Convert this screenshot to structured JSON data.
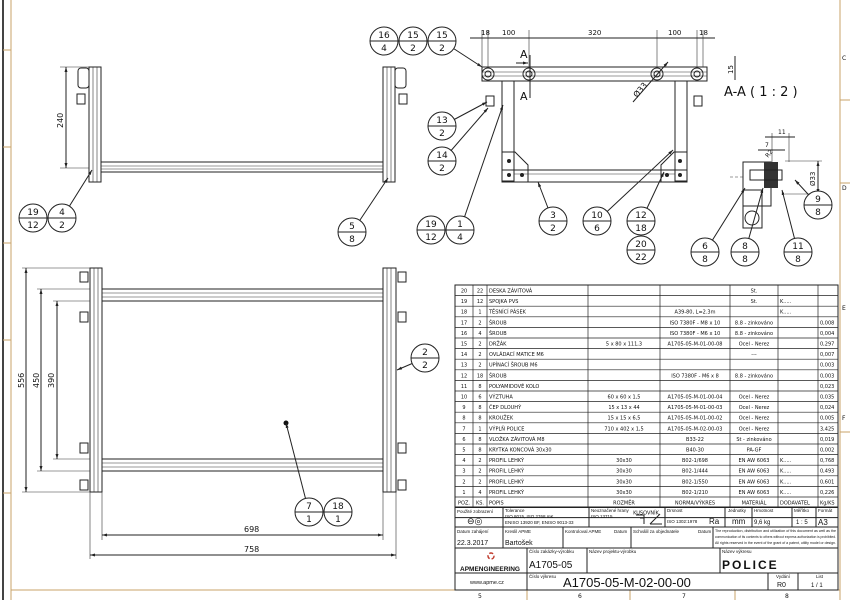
{
  "view_labels": {
    "section": "A-A ( 1 : 2 )",
    "cut_marker": "A"
  },
  "dimensions": {
    "top": [
      "18",
      "100",
      "320",
      "100",
      "18"
    ],
    "side_height": "240",
    "offset_15": "15",
    "diameter_33": "Ø33",
    "section_11": "11",
    "section_7": "7",
    "section_r2": "R2",
    "section_d33": "Ø33",
    "front_556": "556",
    "front_450": "450",
    "front_390": "390",
    "front_698": "698",
    "front_758": "758"
  },
  "balloons": [
    {
      "pos": "16",
      "qty": "4"
    },
    {
      "pos": "15",
      "qty": "2"
    },
    {
      "pos": "15",
      "qty": "2"
    },
    {
      "pos": "13",
      "qty": "2"
    },
    {
      "pos": "14",
      "qty": "2"
    },
    {
      "pos": "19",
      "qty": "12"
    },
    {
      "pos": "4",
      "qty": "2"
    },
    {
      "pos": "5",
      "qty": "8"
    },
    {
      "pos": "19",
      "qty": "12"
    },
    {
      "pos": "1",
      "qty": "4"
    },
    {
      "pos": "3",
      "qty": "2"
    },
    {
      "pos": "10",
      "qty": "6"
    },
    {
      "pos": "12",
      "qty": "18"
    },
    {
      "pos": "20",
      "qty": "22"
    },
    {
      "pos": "6",
      "qty": "8"
    },
    {
      "pos": "8",
      "qty": "8"
    },
    {
      "pos": "11",
      "qty": "8"
    },
    {
      "pos": "9",
      "qty": "8"
    },
    {
      "pos": "2",
      "qty": "2"
    },
    {
      "pos": "7",
      "qty": "1"
    },
    {
      "pos": "18",
      "qty": "1"
    }
  ],
  "parts_list": {
    "headers": [
      "POZ.",
      "KS.",
      "POPIS",
      "ROZMĚR",
      "NORMA/VÝKRES",
      "MATERIÁL",
      "DODAVATEL",
      "Kg/KS"
    ],
    "title": "KUSOVNÍK",
    "rows": [
      [
        "20",
        "22",
        "DESKA ZÁVITOVÁ",
        "",
        "",
        "St.",
        "",
        ""
      ],
      [
        "19",
        "12",
        "SPOJKA PVS",
        "",
        "",
        "St.",
        "K.....",
        ""
      ],
      [
        "18",
        "1",
        "TĚSNÍCÍ PÁSEK",
        "",
        "A39-80, L=2.3m",
        "",
        "K.....",
        ""
      ],
      [
        "17",
        "2",
        "ŠROUB",
        "",
        "ISO 7380F - M8 x 10",
        "8.8 - zinkováno",
        "",
        "0,008"
      ],
      [
        "16",
        "4",
        "ŠROUB",
        "",
        "ISO 7380F - M6 x 10",
        "8.8 - zinkováno",
        "",
        "0,004"
      ],
      [
        "15",
        "2",
        "DRŽÁK",
        "5 x 80 x 111,3",
        "A1705-05-M-01-00-08",
        "Ocel - Nerez",
        "",
        "0,297"
      ],
      [
        "14",
        "2",
        "OVLÁDACÍ MATICE M6",
        "",
        "",
        "---",
        "",
        "0,007"
      ],
      [
        "13",
        "2",
        "UPÍNACÍ ŠROUB M6",
        "",
        "",
        "",
        "",
        "0,003"
      ],
      [
        "12",
        "18",
        "ŠROUB",
        "",
        "ISO 7380F - M6 x 8",
        "8.8 - zinkováno",
        "",
        "0,003"
      ],
      [
        "11",
        "8",
        "POLYAMIDOVÉ KOLO",
        "",
        "",
        "",
        "",
        "0,023"
      ],
      [
        "10",
        "6",
        "VÝZTUHA",
        "60 x 60 x 1,5",
        "A1705-05-M-01-00-04",
        "Ocel - Nerez",
        "",
        "0,035"
      ],
      [
        "9",
        "8",
        "ČEP DLOUHÝ",
        "15 x 13 x 44",
        "A1705-05-M-01-00-03",
        "Ocel - Nerez",
        "",
        "0,024"
      ],
      [
        "8",
        "8",
        "KROUŽEK",
        "15 x 15 x 6,5",
        "A1705-05-M-01-00-02",
        "Ocel - Nerez",
        "",
        "0,005"
      ],
      [
        "7",
        "1",
        "VÝPLŇ POLICE",
        "710 x 402 x 1,5",
        "A1705-05-M-02-00-03",
        "Ocel - Nerez",
        "",
        "3,425"
      ],
      [
        "6",
        "8",
        "VLOŽKA ZÁVITOVÁ M8",
        "",
        "B33-22",
        "St - zinkováno",
        "",
        "0,019"
      ],
      [
        "5",
        "8",
        "KRYTKA KONCOVÁ 30x30",
        "",
        "B40-30",
        "PA-GF",
        "",
        "0,002"
      ],
      [
        "4",
        "2",
        "PROFIL LEHKÝ",
        "30x30",
        "B02-1/698",
        "EN AW 6063",
        "K.....",
        "0,768"
      ],
      [
        "3",
        "2",
        "PROFIL LEHKÝ",
        "30x30",
        "B02-1/444",
        "EN AW 6063",
        "K.....",
        "0,493"
      ],
      [
        "2",
        "2",
        "PROFIL LEHKÝ",
        "30x30",
        "B02-1/550",
        "EN AW 6063",
        "K.....",
        "0,601"
      ],
      [
        "1",
        "4",
        "PROFIL LEHKÝ",
        "30x30",
        "B02-1/210",
        "EN AW 6063",
        "K.....",
        "0,226"
      ]
    ]
  },
  "title_block": {
    "projection_label": "Použité zobrazení",
    "tolerance_label": "Tolerance",
    "tolerance_1": "ISO 8015, ISO 2768 mK",
    "tolerance_2": "ENISO 13920 BF, ENISO 9013-33",
    "edges_label": "Neoznačené hrany",
    "edges_value": "ISO 13715",
    "roughness_label": "Drsnost",
    "roughness_value": "ISO 1302:1978",
    "roughness_symbol": "Ra",
    "units_label": "Jednotky",
    "units_value": "mm",
    "mass_label": "Hmotnost",
    "mass_value": "9,6 kg",
    "scale_label": "Měřítko",
    "scale_value": "1 : 5",
    "format_label": "Formát",
    "format_value": "A3",
    "start_date_label": "Datum zahájení",
    "start_date": "22.3.2017",
    "drawn_label": "Kreslil APME",
    "drawn_by": "Bartošek",
    "checked_label": "Kontroloval APME",
    "checked_date_label": "Datum",
    "approved_label": "Schválil za objednatele",
    "approved_date_label": "Datum",
    "copyright_1": "The reproduction, distribution and utilization of this document as well as the",
    "copyright_2": "communication of its contents to others without express authorization is prohibited.",
    "copyright_3": "All rights reserved in the event of the grant of a patent, utility model or design.",
    "company": "APMENGINEERING",
    "website": "www.apme.cz",
    "order_label": "Číslo zakázky-výrobku",
    "order_number": "A1705-05",
    "project_label": "Název projektu-výrobku",
    "drawing_name_label": "Název výkresu",
    "drawing_name": "POLICE",
    "drawing_number_label": "Číslo výkresu",
    "drawing_number": "A1705-05-M-02-00-00",
    "revision_label": "Vydání",
    "revision": "R0",
    "sheet_label": "List",
    "sheet": "1 / 1"
  },
  "zones": {
    "columns": [
      "5",
      "6",
      "7",
      "8"
    ],
    "rows": [
      "C",
      "D",
      "E",
      "F"
    ]
  }
}
